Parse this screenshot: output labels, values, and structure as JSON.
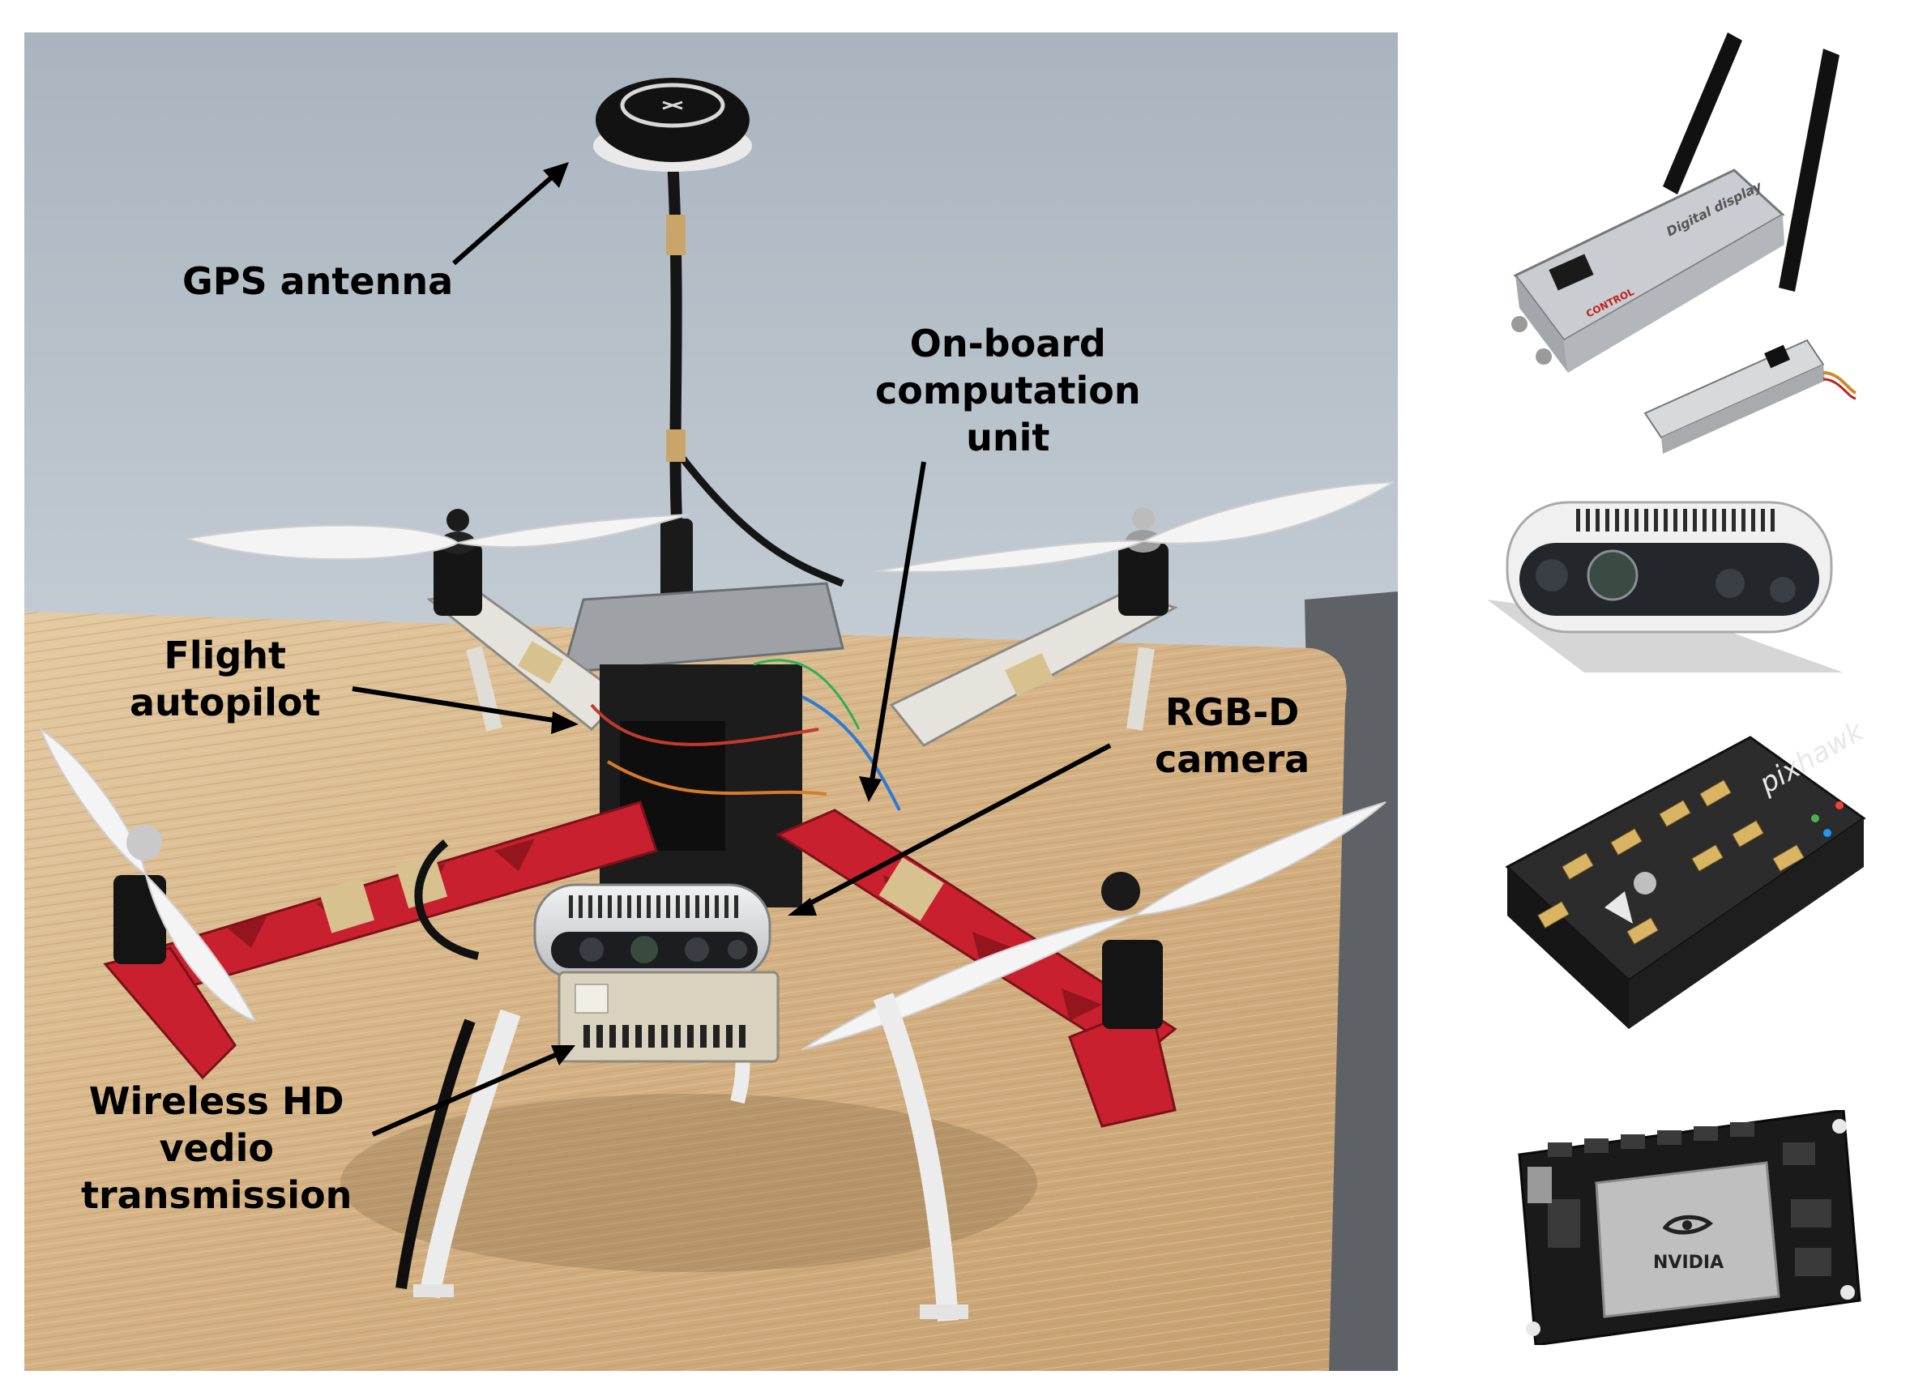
{
  "labels": {
    "gps_antenna": [
      "GPS antenna"
    ],
    "onboard_computation": [
      "On-board",
      "computation",
      "unit"
    ],
    "flight_autopilot": [
      "Flight",
      "autopilot"
    ],
    "rgbd_camera": [
      "RGB-D",
      "camera"
    ],
    "wireless_hd": [
      "Wireless HD",
      "vedio",
      "transmission"
    ]
  },
  "product_markings": {
    "autopilot_logo": "pixhawk",
    "gpu_module_logo": "NVIDIA",
    "transmitter_badge": "CONTROL",
    "receiver_brand": "Digital display"
  },
  "colors": {
    "wall": "#b8c3cd",
    "table": "#d6b88f",
    "frame_red": "#c8202f",
    "frame_white": "#e8e6e0",
    "propeller": "#f4f4f4",
    "label_text": "#000000"
  }
}
